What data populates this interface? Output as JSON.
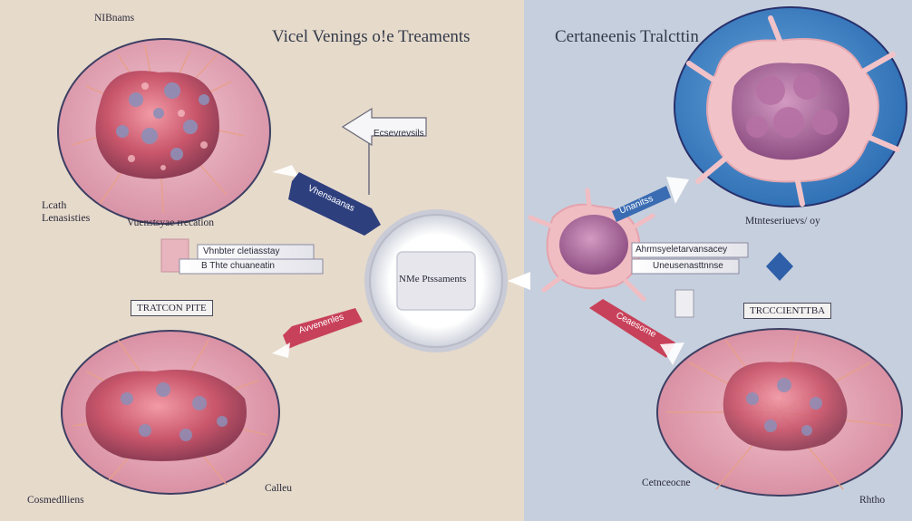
{
  "headers": {
    "left_title": "Vicel Venings o!e Treaments",
    "right_title": "Certaneenis Tralcttin"
  },
  "labels": {
    "top_left_corner": "NIBnams",
    "side_left_line1": "Lcath",
    "side_left_line2": "Lenasisties",
    "top_left_caption": "Vuenstsyae rrecation",
    "treatment_box": "TRATCON PITE",
    "bottom_left_caption": "Cosmedlliens",
    "bottom_center_caption": "Calleu",
    "center_circle": "NMe Ptssaments",
    "small_arrow_label": "Ecsevrevsils",
    "blue_arrow_left": "Vhensaanas",
    "mid_bar_label": "Vhnbter cletiasstay",
    "mid_bar2_label": "B  Thte chuaneatin",
    "red_arrow_left": "Avvenenles",
    "right_caption_top": "Mtnteseriuevs/ oy",
    "right_bar_label": "Ahrmsyeletarvansacey",
    "right_bar2_label": "Uneusenasttnnse",
    "right_box": "TRCCCIENTTBA",
    "blue_arrow_right": "Unanitss",
    "red_arrow_right": "Ceaesome",
    "bottom_right_caption": "Cetnceocne",
    "bottom_right_corner": "Rhtho"
  },
  "colors": {
    "left_bg": "#e6dacb",
    "right_bg": "#c6cfdd",
    "navy_arrow": "#2e3f7e",
    "red_arrow": "#c8415a",
    "blue_circle": "#3f82c8",
    "cell_pink": "#d7788a"
  }
}
